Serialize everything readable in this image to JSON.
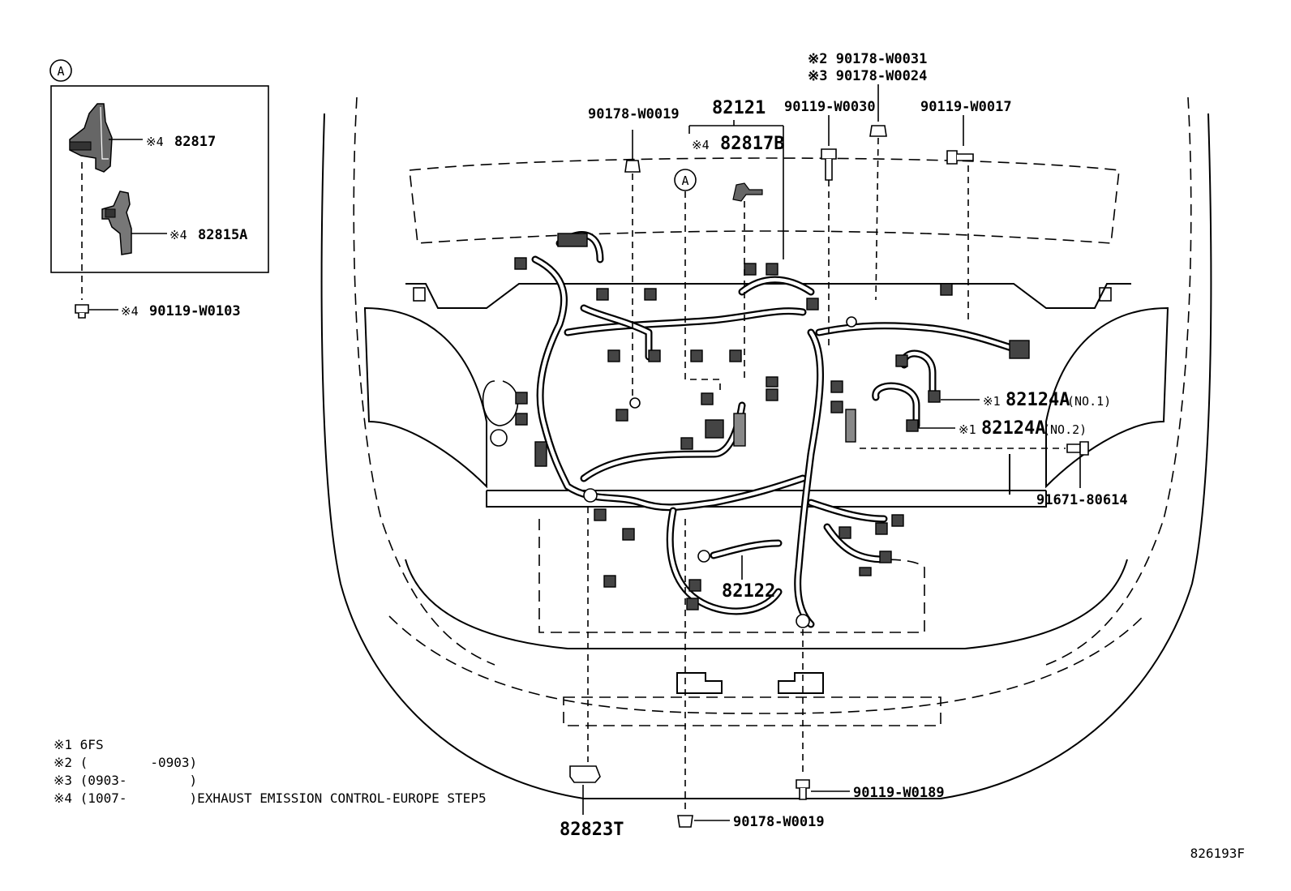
{
  "detail_view": {
    "marker": "A",
    "parts": [
      {
        "prefix": "※4",
        "number": "82817"
      },
      {
        "prefix": "※4",
        "number": "82815A"
      }
    ],
    "screw": {
      "prefix": "※4",
      "number": "90119-W0103"
    }
  },
  "main_view": {
    "marker": "A",
    "labels": {
      "p90178_w0019_top": "90178-W0019",
      "p82121": "82121",
      "p82817b_prefix": "※4",
      "p82817b": "82817B",
      "p90119_w0030": "90119-W0030",
      "p90178_w0031": "※2 90178-W0031",
      "p90178_w0024": "※3 90178-W0024",
      "p90119_w0017": "90119-W0017",
      "p82124a_no1_prefix": "※1",
      "p82124a_no1": "82124A",
      "p82124a_no1_tag": "(NO.1)",
      "p82124a_no2_prefix": "※1",
      "p82124a_no2": "82124A",
      "p82124a_no2_tag": "(NO.2)",
      "p91671_80614": "91671-80614",
      "p82122": "82122",
      "p90119_w0189": "90119-W0189",
      "p90178_w0019_bottom": "90178-W0019",
      "p82823t": "82823T"
    }
  },
  "notes": [
    "※1 6FS",
    "※2 (        -0903)",
    "※3 (0903-        )",
    "※4 (1007-        )EXHAUST EMISSION CONTROL-EUROPE STEP5"
  ],
  "figure_id": "826193F"
}
